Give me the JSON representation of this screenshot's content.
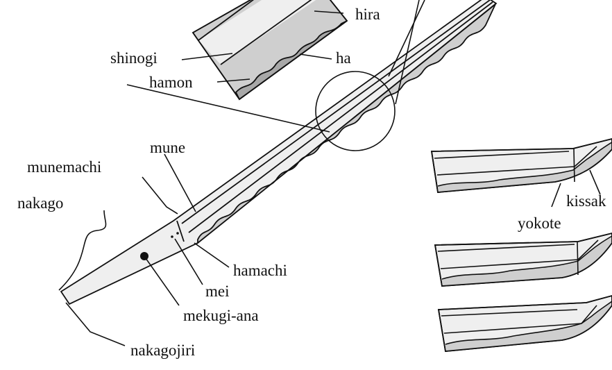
{
  "labels": {
    "hira": "hira",
    "shinogi": "shinogi",
    "ha": "ha",
    "hamon": "hamon",
    "mune": "mune",
    "munemachi": "munemachi",
    "nakago": "nakago",
    "hamachi": "hamachi",
    "mei": "mei",
    "mekugi_ana": "mekugi-ana",
    "nakagojiri": "nakagojiri",
    "kissaki": "kissak",
    "yokote": "yokote"
  },
  "colors": {
    "light": "#efefef",
    "mid": "#cfcfcf",
    "dark": "#a8a8a8",
    "line": "#111111"
  }
}
